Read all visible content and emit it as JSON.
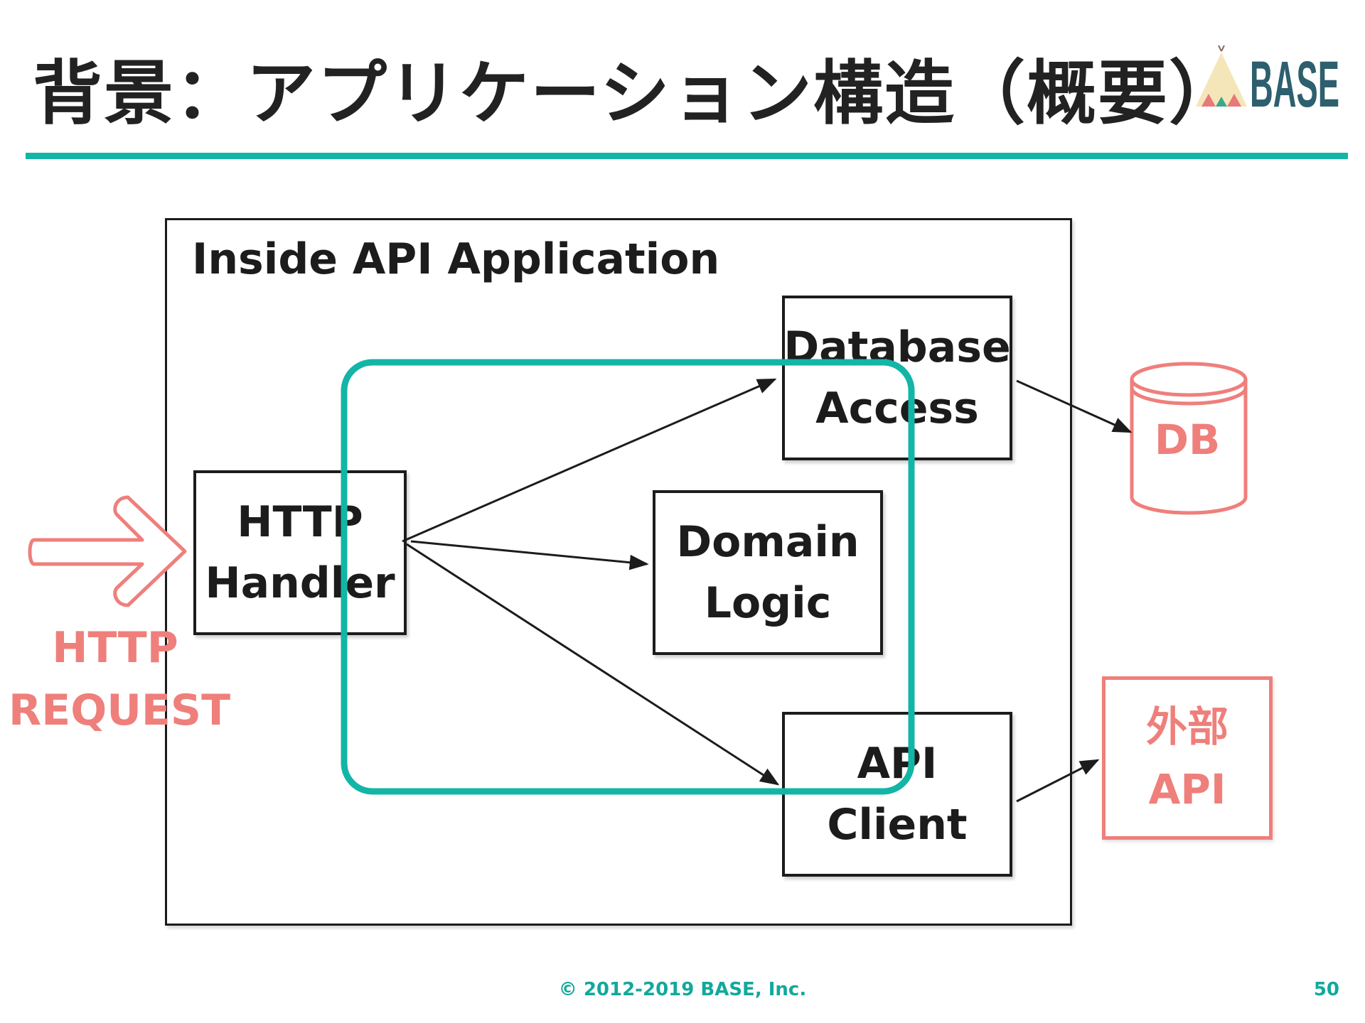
{
  "slide": {
    "title": "背景：アプリケーション構造（概要）",
    "logo_text": "BASE",
    "footer": "© 2012-2019 BASE, Inc.",
    "page_number": "50"
  },
  "diagram": {
    "container_label": "Inside API Application",
    "components": {
      "http_handler": [
        "HTTP",
        "Handler"
      ],
      "database_access": [
        "Database",
        "Access"
      ],
      "domain_logic": [
        "Domain",
        "Logic"
      ],
      "api_client": [
        "API",
        "Client"
      ]
    },
    "external": {
      "request": [
        "HTTP",
        "REQUEST"
      ],
      "db": "DB",
      "external_api": [
        "外部",
        "API"
      ]
    }
  },
  "colors": {
    "accent": "#13b5a6",
    "external": "#ef7f7b",
    "box_border": "#1c1c1c"
  }
}
